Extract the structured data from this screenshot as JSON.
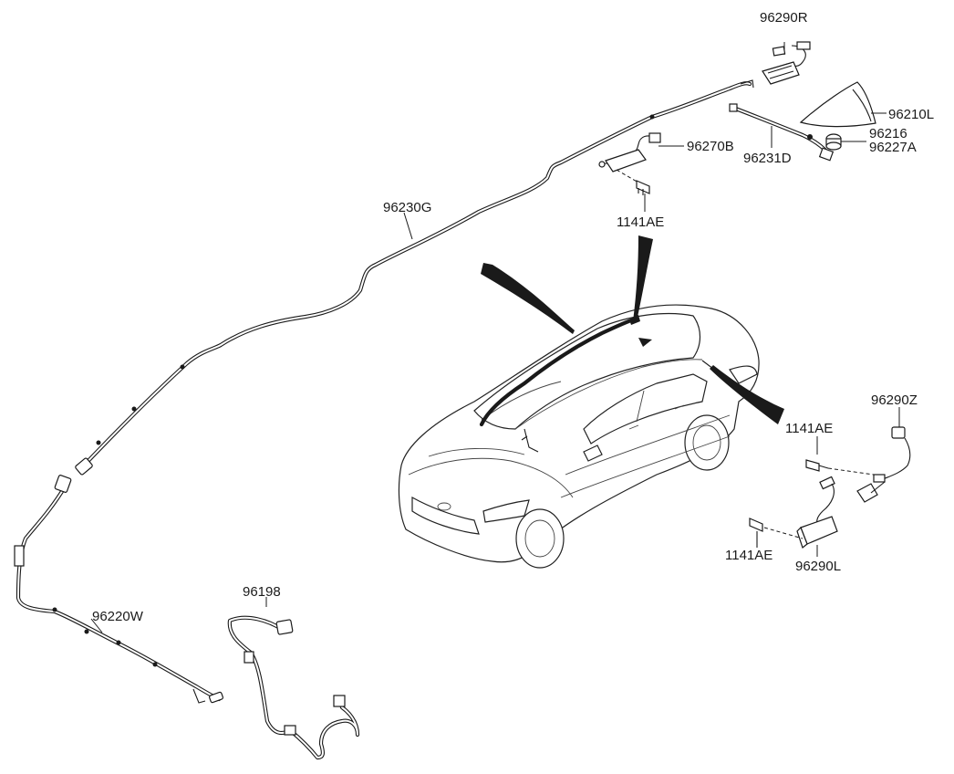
{
  "diagram": {
    "labels": {
      "p96290R": "96290R",
      "p96210L": "96210L",
      "p96216": "96216",
      "p96227A": "96227A",
      "p96231D": "96231D",
      "p96270B": "96270B",
      "p1141AE_top": "1141AE",
      "p96230G": "96230G",
      "p1141AE_right": "1141AE",
      "p96290Z": "96290Z",
      "p1141AE_bottom": "1141AE",
      "p96290L": "96290L",
      "p96198": "96198",
      "p96220W": "96220W"
    }
  }
}
